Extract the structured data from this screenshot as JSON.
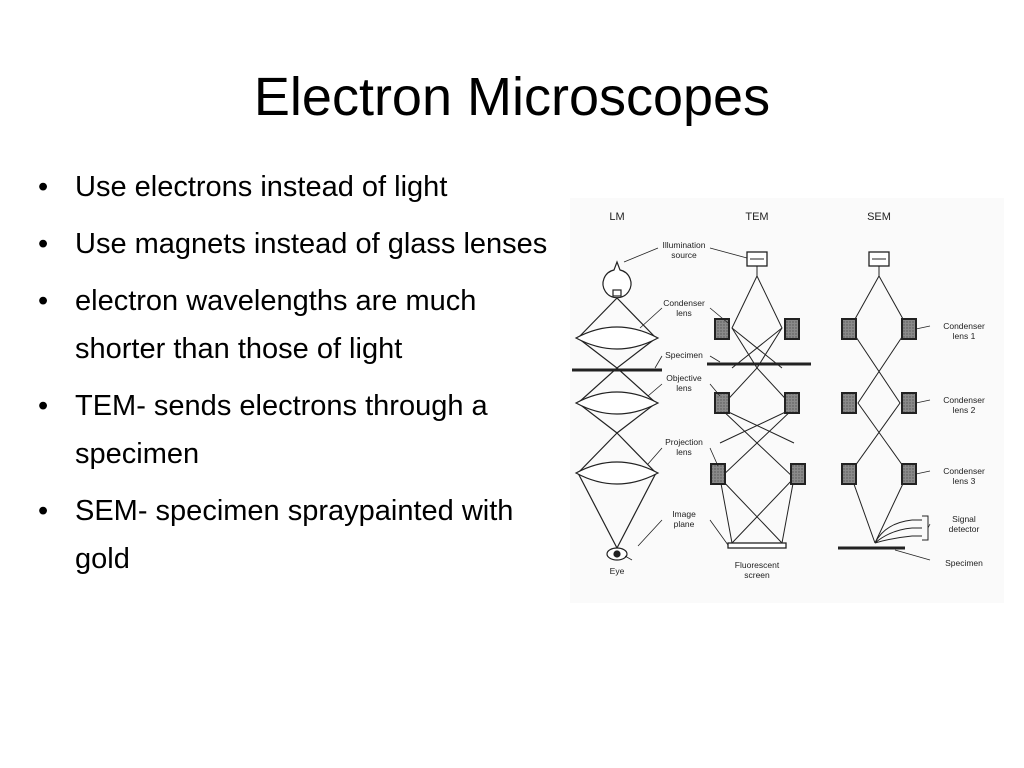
{
  "slide": {
    "title": "Electron Microscopes",
    "bullets": [
      {
        "text": "Use electrons instead of light"
      },
      {
        "text": "Use magnets instead of glass lenses"
      },
      {
        "text": " electron wavelengths are much shorter than those of light"
      },
      {
        "text": "TEM- sends electrons through a specimen"
      },
      {
        "text": "SEM- specimen spraypainted with gold"
      }
    ],
    "bullet_glyph": "•"
  },
  "diagram": {
    "headers": {
      "lm": "LM",
      "tem": "TEM",
      "sem": "SEM"
    },
    "middle_labels": {
      "illumination_1": "Illumination",
      "illumination_2": "source",
      "condenser_1": "Condenser",
      "condenser_2": "lens",
      "specimen": "Specimen",
      "objective_1": "Objective",
      "objective_2": "lens",
      "projection_1": "Projection",
      "projection_2": "lens",
      "image_1": "Image",
      "image_2": "plane",
      "eye": "Eye",
      "fluorescent_1": "Fluorescent",
      "fluorescent_2": "screen"
    },
    "sem_labels": {
      "cond1_1": "Condenser",
      "cond1_2": "lens 1",
      "cond2_1": "Condenser",
      "cond2_2": "lens 2",
      "cond3_1": "Condenser",
      "cond3_2": "lens 3",
      "signal_1": "Signal",
      "signal_2": "detector",
      "specimen": "Specimen"
    }
  }
}
